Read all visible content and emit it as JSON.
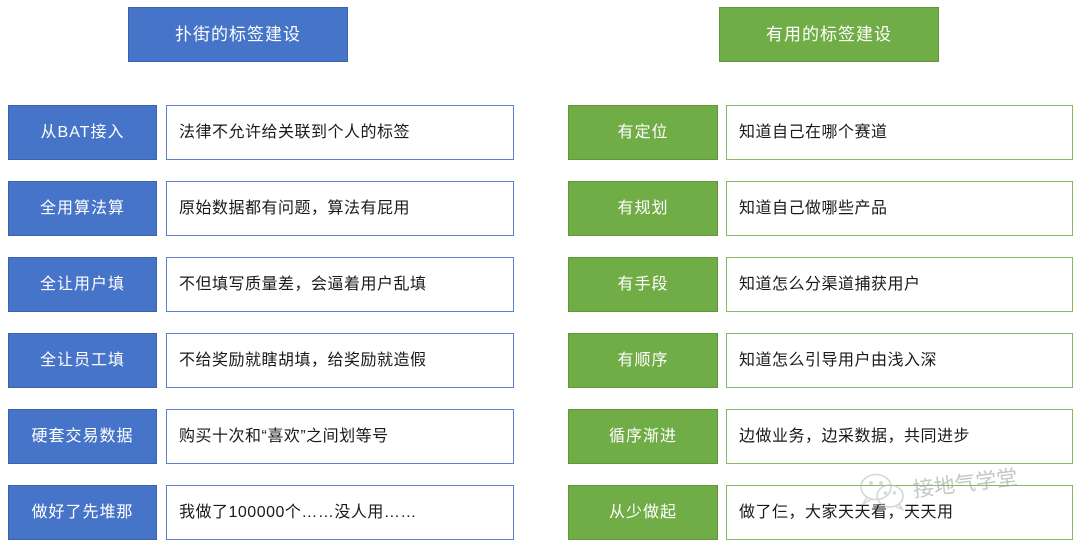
{
  "slide": {
    "background": "#ffffff",
    "columns": [
      {
        "id": "bad",
        "accent": "#4674c8",
        "header": "扑街的标签建设",
        "rows": [
          {
            "tag": "从BAT接入",
            "desc": "法律不允许给关联到个人的标签"
          },
          {
            "tag": "全用算法算",
            "desc": "原始数据都有问题，算法有屁用"
          },
          {
            "tag": "全让用户填",
            "desc": "不但填写质量差，会逼着用户乱填"
          },
          {
            "tag": "全让员工填",
            "desc": "不给奖励就瞎胡填，给奖励就造假"
          },
          {
            "tag": "硬套交易数据",
            "desc": "购买十次和“喜欢”之间划等号"
          },
          {
            "tag": "做好了先堆那",
            "desc": "我做了100000个……没人用……"
          }
        ]
      },
      {
        "id": "good",
        "accent": "#70ad47",
        "header": "有用的标签建设",
        "rows": [
          {
            "tag": "有定位",
            "desc": "知道自己在哪个赛道"
          },
          {
            "tag": "有规划",
            "desc": "知道自己做哪些产品"
          },
          {
            "tag": "有手段",
            "desc": "知道怎么分渠道捕获用户"
          },
          {
            "tag": "有顺序",
            "desc": "知道怎么引导用户由浅入深"
          },
          {
            "tag": "循序渐进",
            "desc": "边做业务，边采数据，共同进步"
          },
          {
            "tag": "从少做起",
            "desc": "做了仨，大家天天看，天天用"
          }
        ]
      }
    ],
    "watermark": {
      "text": "接地气学堂",
      "logo": "wechat-logo",
      "color": "#9aa89a"
    }
  }
}
